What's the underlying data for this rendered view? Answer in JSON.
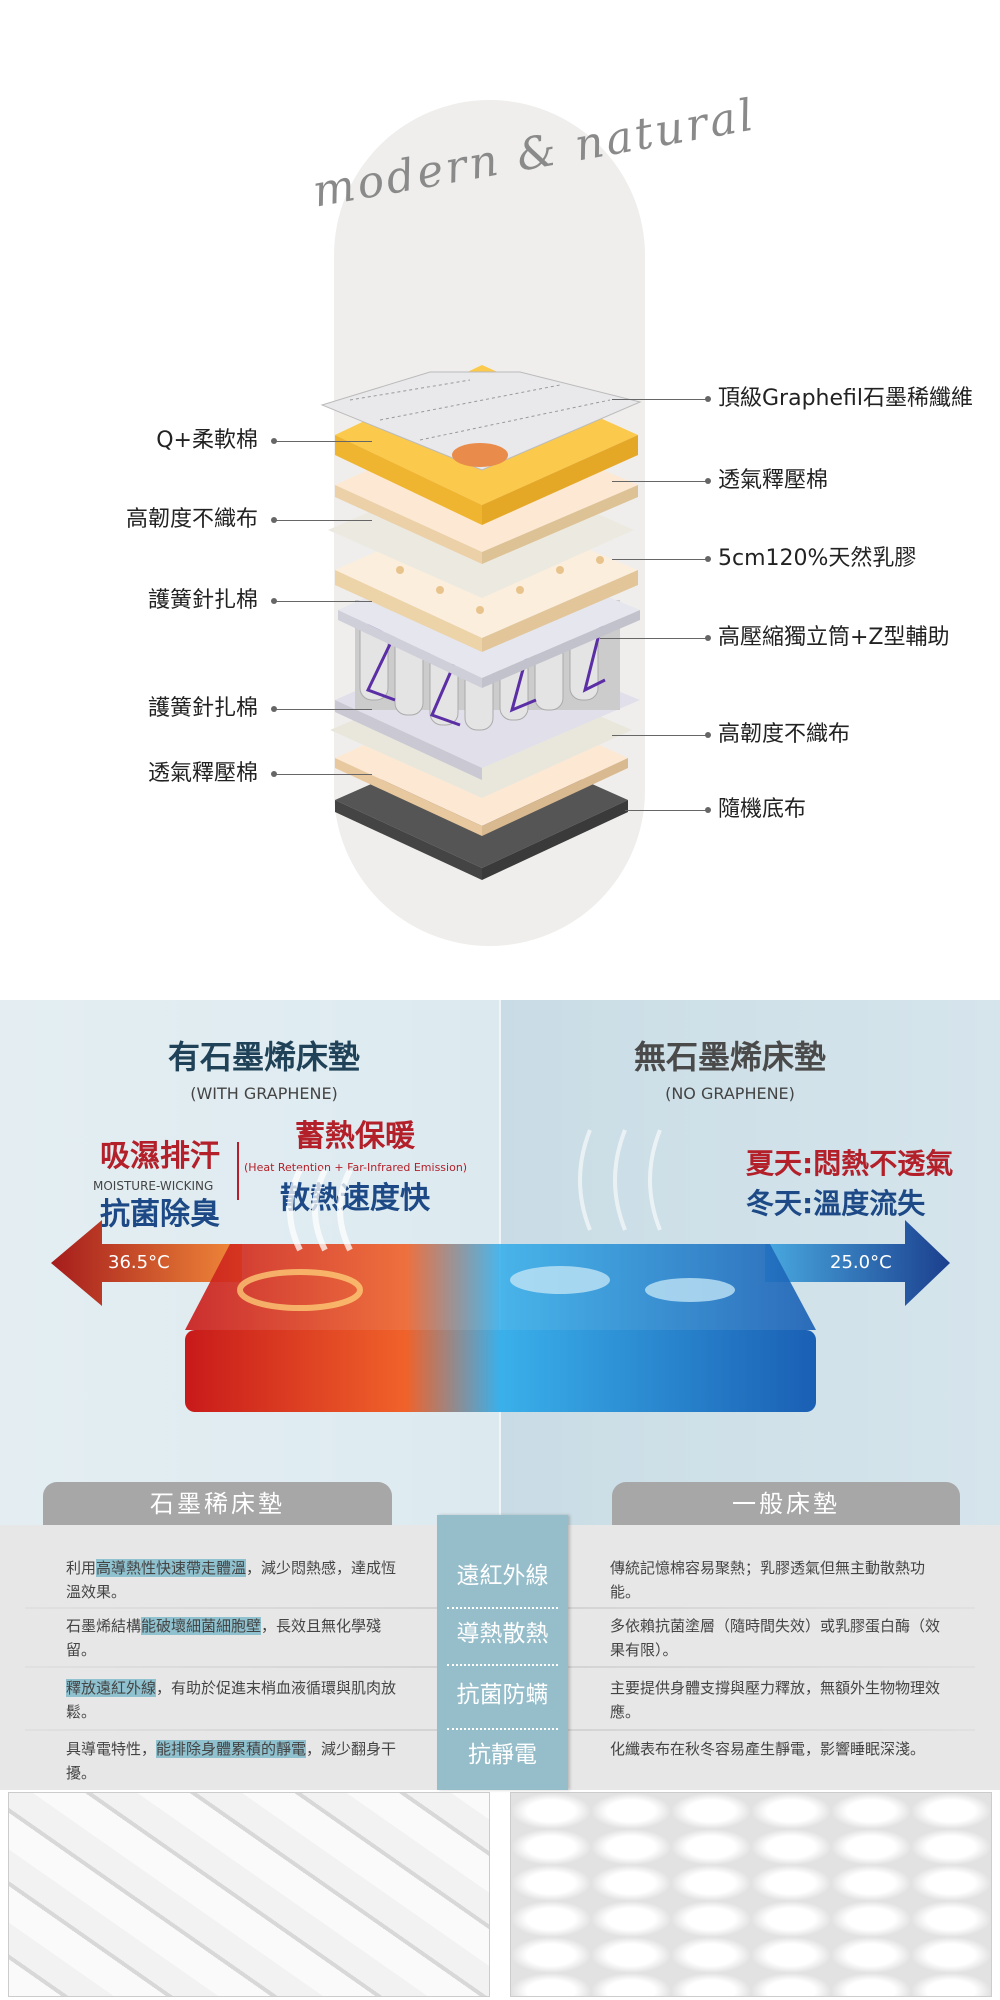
{
  "layers_section": {
    "script_title": "modern & natural",
    "left_labels": [
      "Q+柔軟棉",
      "高韌度不織布",
      "護簧針扎棉",
      "護簧針扎棉",
      "透氣釋壓棉"
    ],
    "right_labels": [
      "頂級Graphefil石墨稀纖維",
      "透氣釋壓棉",
      "5cm120%天然乳膠",
      "高壓縮獨立筒+Z型輔助",
      "高韌度不織布",
      "隨機底布"
    ]
  },
  "comparison": {
    "left_title": "有石墨烯床墊",
    "left_subtitle": "(WITH GRAPHENE)",
    "right_title": "無石墨烯床墊",
    "right_subtitle": "(NO GRAPHENE)",
    "feature1": "吸濕排汗",
    "feature1_en": "MOISTURE-WICKING",
    "feature2": "抗菌除臭",
    "feature3": "蓄熱保暖",
    "feature3_en": "(Heat Retention + Far-Infrared Emission)",
    "feature4": "散熱速度快",
    "summer": "夏天:悶熱不透氣",
    "winter": "冬天:溫度流失",
    "left_temp": "36.5°C",
    "right_temp": "25.0°C"
  },
  "table": {
    "left_header": "石墨稀床墊",
    "right_header": "一般床墊",
    "categories": [
      "遠紅外線",
      "導熱散熱",
      "抗菌防螨",
      "抗靜電"
    ],
    "left_rows": [
      {
        "pre": "利用",
        "hl": "高導熱性快速帶走體溫",
        "post": "，減少悶熱感，達成恆溫效果。"
      },
      {
        "pre": "石墨烯結構",
        "hl": "能破壞細菌細胞壁",
        "post": "，長效且無化學殘留。"
      },
      {
        "pre": "",
        "hl": "釋放遠紅外線",
        "post": "，有助於促進末梢血液循環與肌肉放鬆。"
      },
      {
        "pre": "具導電特性，",
        "hl": "能排除身體累積的靜電",
        "post": "，減少翻身干擾。"
      }
    ],
    "right_rows": [
      "傳統記憶棉容易聚熱；乳膠透氣但無主動散熱功能。",
      "多依賴抗菌塗層（隨時間失效）或乳膠蛋白酶（效果有限）。",
      "主要提供身體支撐與壓力釋放，無額外生物物理效應。",
      "化纖表布在秋冬容易產生靜電，影響睡眠深淺。"
    ]
  },
  "colors": {
    "highlight": "#8fc1cf",
    "center_column": "#95bdca",
    "red": "#b3202a",
    "blue": "#1d4a86"
  }
}
